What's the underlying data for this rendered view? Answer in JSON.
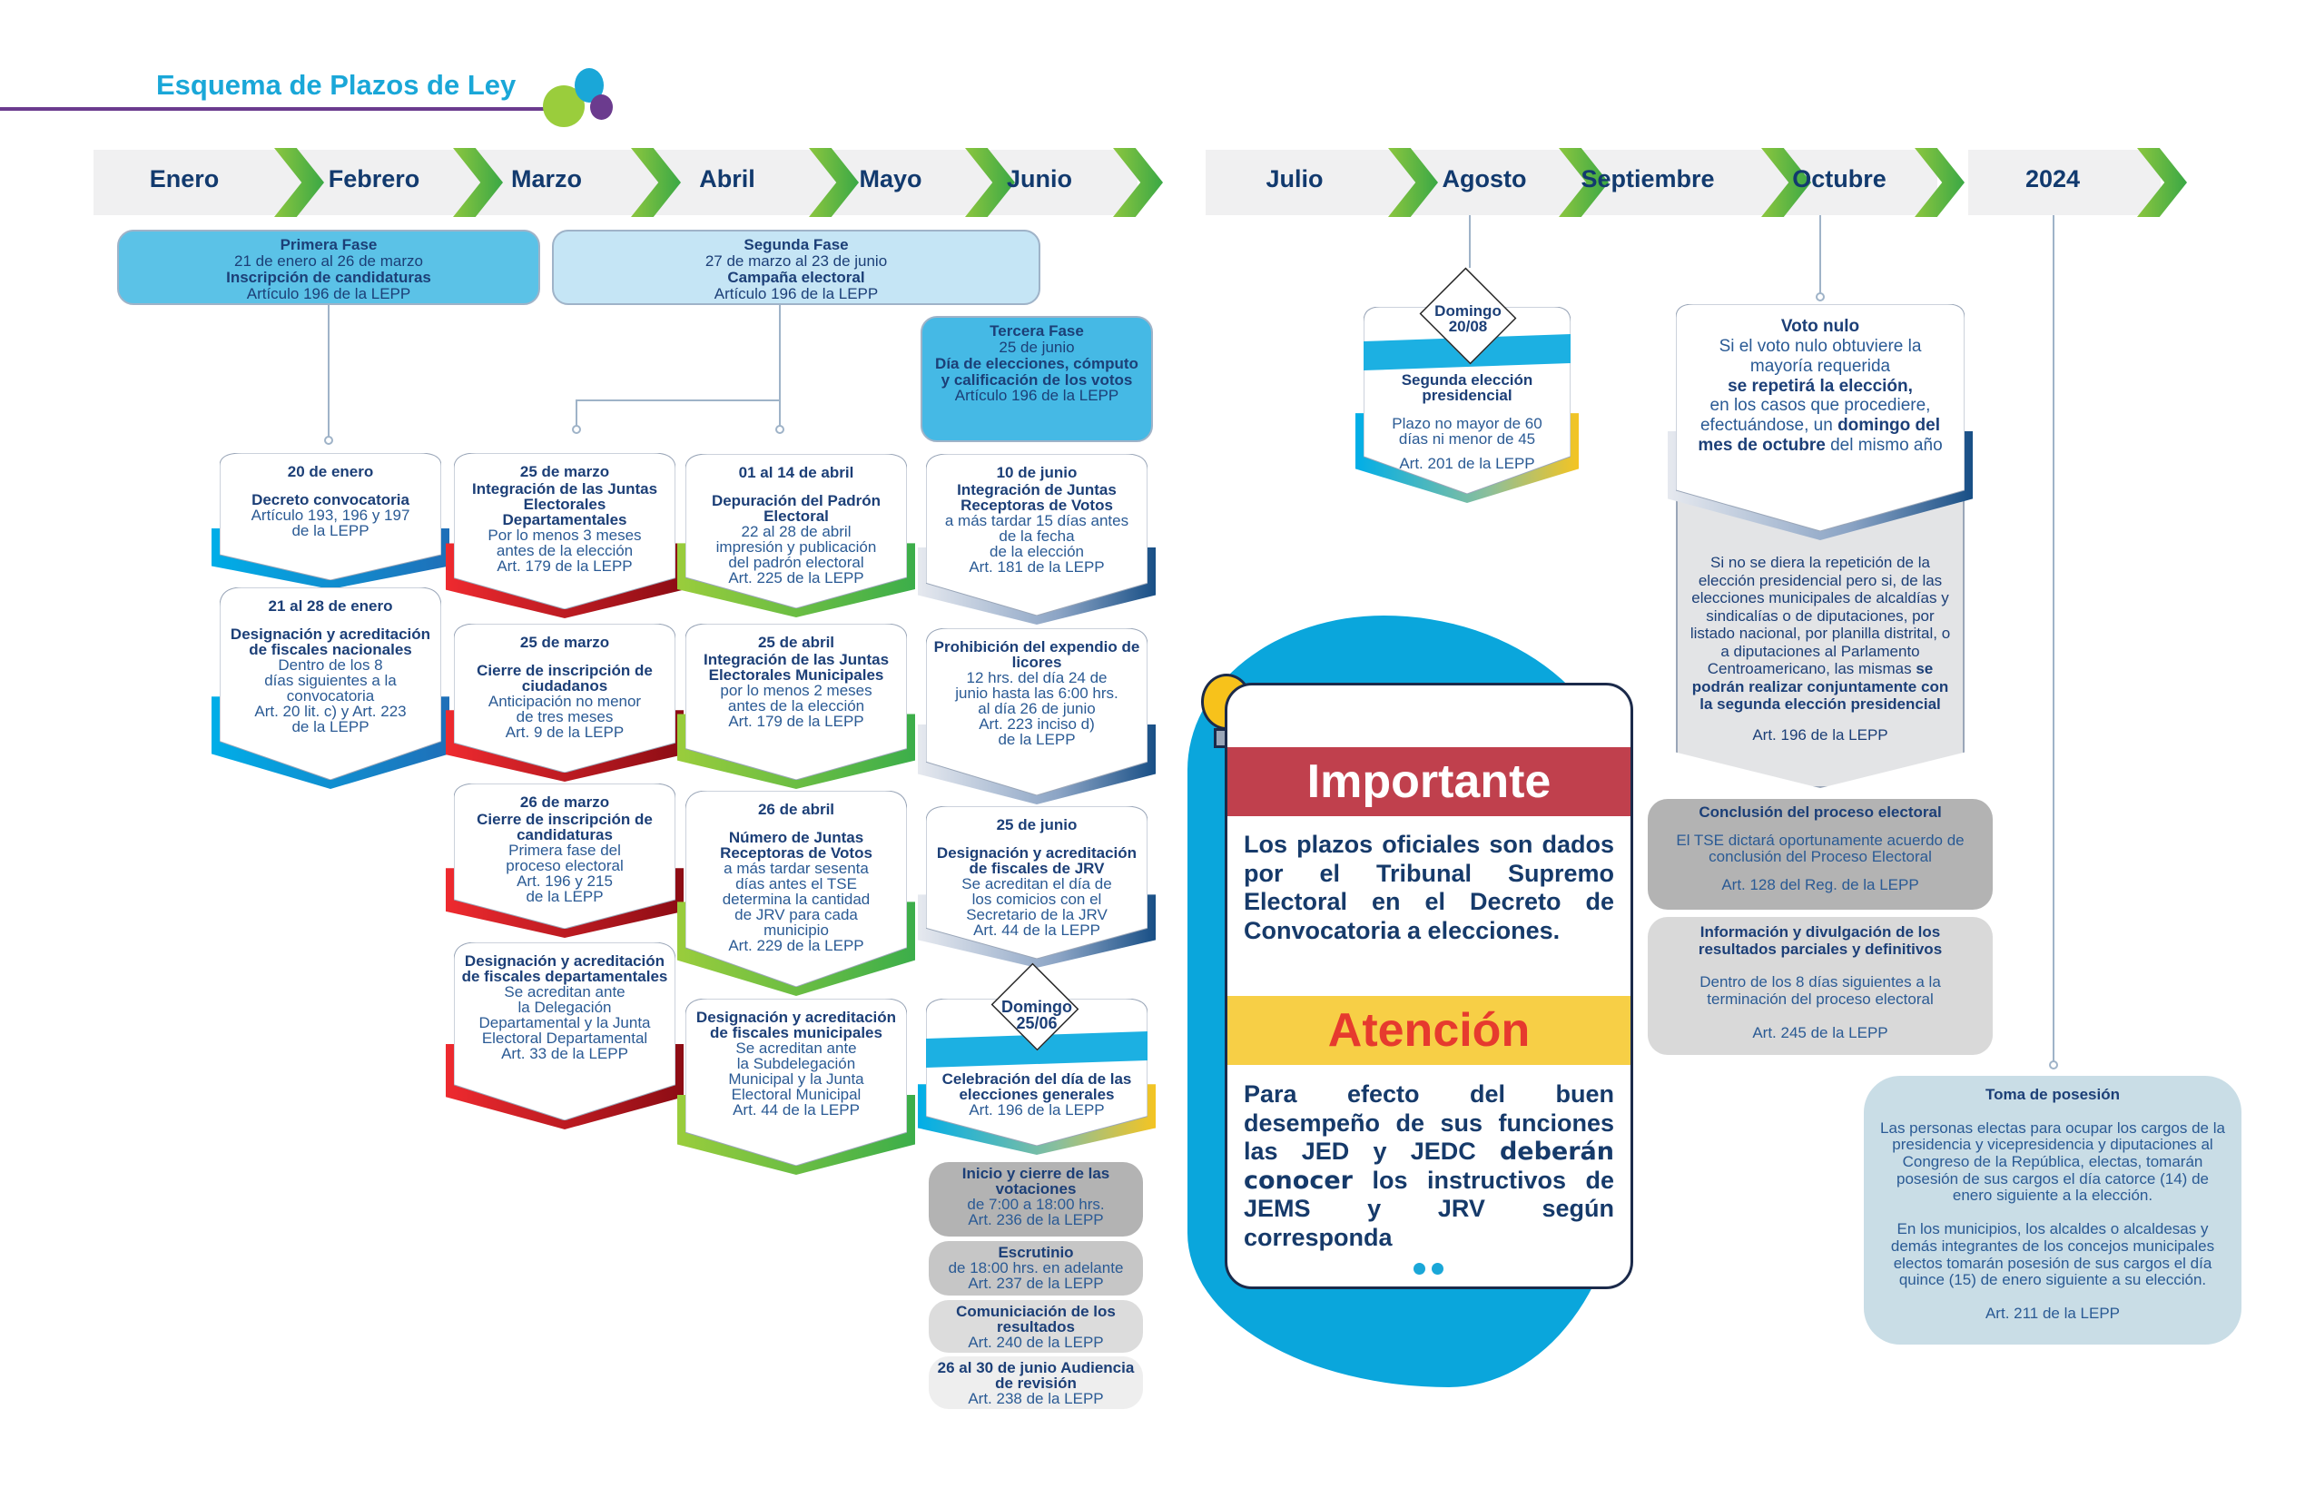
{
  "title": "Esquema de Plazos de Ley",
  "colors": {
    "accent": "#1aa7d8",
    "purple": "#6b3b8e",
    "green": "#3aa845",
    "navy": "#1c3f77",
    "red": "#c0404d",
    "yellow": "#f7cf46"
  },
  "months": [
    "Enero",
    "Febrero",
    "Marzo",
    "Abril",
    "Mayo",
    "Junio",
    "Julio",
    "Agosto",
    "Septiembre",
    "Octubre",
    "2024"
  ],
  "phases": {
    "first": {
      "name": "Primera Fase",
      "dates": "21 de enero al 26 de marzo",
      "title": "Inscripción de candidaturas",
      "ref": "Artículo 196 de la LEPP"
    },
    "second": {
      "name": "Segunda Fase",
      "dates": "27 de marzo al 23 de junio",
      "title": "Campaña electoral",
      "ref": "Artículo 196 de la LEPP"
    },
    "third": {
      "name": "Tercera Fase",
      "dates": "25 de junio",
      "title": "Día de elecciones, cómputo y calificación de los votos",
      "ref": "Artículo 196 de la LEPP"
    }
  },
  "cards": [
    {
      "col": 0,
      "color": "blue",
      "date": "20 de enero",
      "title": "Decreto convocatoria",
      "body": [
        "Artículo 193, 196 y 197",
        "de la LEPP"
      ]
    },
    {
      "col": 0,
      "color": "blue",
      "date": "21 al 28 de enero",
      "title": "Designación y acreditación de fiscales nacionales",
      "body": [
        "Dentro de los 8",
        "días siguientes a la",
        "convocatoria",
        "Art. 20 lit. c) y Art. 223",
        "de la LEPP"
      ]
    },
    {
      "col": 1,
      "color": "red",
      "date": "25 de marzo",
      "title": "Integración de las Juntas Electorales Departamentales",
      "body": [
        "Por lo menos 3 meses",
        "antes de la elección",
        "Art. 179 de la LEPP"
      ]
    },
    {
      "col": 1,
      "color": "red",
      "date": "25 de marzo",
      "title": "Cierre de inscripción de ciudadanos",
      "body": [
        "Anticipación no menor",
        "de tres meses",
        "Art. 9 de la LEPP"
      ]
    },
    {
      "col": 1,
      "color": "red",
      "date": "26 de marzo",
      "title": "Cierre de inscripción de candidaturas",
      "body": [
        "Primera fase del",
        "proceso electoral",
        "Art. 196 y 215",
        "de la LEPP"
      ]
    },
    {
      "col": 1,
      "color": "red",
      "date": "",
      "title": "Designación y acreditación de fiscales departamentales",
      "body": [
        "Se acreditan ante",
        "la Delegación",
        "Departamental y la Junta",
        "Electoral Departamental",
        "Art. 33 de la LEPP"
      ]
    },
    {
      "col": 2,
      "color": "green",
      "date": "01 al 14 de abril",
      "title": "Depuración del Padrón Electoral",
      "body": [
        "22 al 28 de abril",
        "impresión y publicación",
        "del padrón electoral",
        "Art. 225 de la LEPP"
      ]
    },
    {
      "col": 2,
      "color": "green",
      "date": "25 de abril",
      "title": "Integración de las Juntas Electorales Municipales",
      "body": [
        "por lo menos 2 meses",
        "antes de la elección",
        "Art. 179 de la LEPP"
      ]
    },
    {
      "col": 2,
      "color": "green",
      "date": "26 de abril",
      "title": "Número de Juntas Receptoras de Votos",
      "body": [
        "a más tardar sesenta",
        "días antes el TSE",
        "determina la cantidad",
        "de JRV para cada",
        "municipio",
        "Art. 229 de la LEPP"
      ]
    },
    {
      "col": 2,
      "color": "green",
      "date": "",
      "title": "Designación y acreditación de fiscales municipales",
      "body": [
        "Se acreditan ante",
        "la Subdelegación",
        "Municipal y la Junta",
        "Electoral Municipal",
        "Art. 44 de la LEPP"
      ]
    },
    {
      "col": 3,
      "color": "navy",
      "date": "10 de junio",
      "title": "Integración de Juntas Receptoras de Votos",
      "body": [
        "a más tardar 15 días antes",
        "de la fecha",
        "de la elección",
        "Art. 181 de la LEPP"
      ]
    },
    {
      "col": 3,
      "color": "navy",
      "date": "",
      "title": "Prohibición del expendio de licores",
      "body": [
        "12 hrs. del día 24 de",
        "junio hasta las 6:00 hrs.",
        "al día 26 de junio",
        "Art. 223 inciso d)",
        "de la LEPP"
      ]
    },
    {
      "col": 3,
      "color": "navy",
      "date": "25 de junio",
      "title": "Designación y acreditación de fiscales de JRV",
      "body": [
        "Se acreditan el día de",
        "los comicios con el",
        "Secretario de la JRV",
        "Art. 44 de la LEPP"
      ]
    },
    {
      "col": 3,
      "color": "sun",
      "date": "Domingo 25/06",
      "title": "Celebración del día de las elecciones generales",
      "body": [
        "Art. 196 de la LEPP"
      ]
    }
  ],
  "election_steps": [
    {
      "title": "Inicio y cierre de las votaciones",
      "body": [
        "de 7:00 a 18:00 hrs.",
        "Art. 236 de la LEPP"
      ],
      "bg": "#b3b3b3"
    },
    {
      "title": "Escrutinio",
      "body": [
        "de 18:00 hrs. en adelante",
        "Art. 237 de la LEPP"
      ],
      "bg": "#c6c6c6"
    },
    {
      "title": "Comuniciación de los resultados",
      "body": [
        "Art. 240 de la LEPP"
      ],
      "bg": "#dcdcdc"
    },
    {
      "title": "26 al 30 de junio Audiencia de revisión",
      "body": [
        "Art. 238 de la LEPP"
      ],
      "bg": "#eeeeee"
    }
  ],
  "august": {
    "badge": "Domingo 20/08",
    "title": "Segunda elección presidencial",
    "body": "Plazo no mayor de 60 días ni menor de 45",
    "ref": "Art. 201 de la LEPP"
  },
  "october": {
    "title": "Voto nulo",
    "p1": "Si el voto nulo obtuviere la mayoría requerida",
    "p1b": "se repetirá la elección,",
    "p2": "en los casos que procediere, efectuándose, un",
    "p2b": "domingo del mes de octubre",
    "p3": "del mismo año",
    "note": "Si no se diera la repetición de la elección presidencial pero si, de las elecciones municipales de alcaldías y sindicalías o de diputaciones, por listado nacional, por planilla distrital, o a diputaciones al Parlamento Centroamericano, las mismas",
    "note_b": "se podrán realizar conjuntamente con la segunda elección presidencial",
    "ref": "Art. 196 de la LEPP"
  },
  "conclusion": {
    "title": "Conclusión del proceso electoral",
    "body": "El TSE dictará oportunamente acuerdo de conclusión del Proceso Electoral",
    "ref": "Art. 128 del Reg. de la LEPP"
  },
  "information": {
    "title": "Información y divulgación de los resultados parciales y definitivos",
    "body": "Dentro de los 8 días siguientes a la terminación del proceso electoral",
    "ref": "Art. 245 de la LEPP"
  },
  "inauguration": {
    "title": "Toma de posesión",
    "p1": "Las personas electas para ocupar los cargos de la presidencia y vicepresidencia y diputaciones al Congreso de la República, electas, tomarán posesión de sus cargos el día catorce (14) de enero siguiente a la elección.",
    "p2": "En los municipios, los alcaldes o alcaldesas y demás integrantes de los concejos municipales electos tomarán posesión de sus cargos el día quince (15) de enero siguiente a su elección.",
    "ref": "Art. 211 de la LEPP"
  },
  "notice": {
    "heading1": "Importante",
    "text1": "Los plazos oficiales son dados por el Tribunal Supremo Electoral en el Decreto de Convocatoria a elecciones.",
    "heading2": "Atención",
    "text2a": "Para efecto del buen desempeño de sus funciones las JED y JEDC",
    "text2b": "deberán conocer",
    "text2c": "los instructivos de JEMS y JRV según corresponda"
  }
}
